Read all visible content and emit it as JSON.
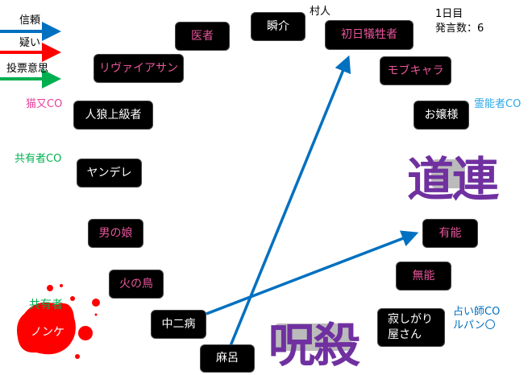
{
  "legend": {
    "trust": "信頼",
    "doubt": "疑い",
    "vote": "投票意思"
  },
  "colors": {
    "trust": "#0070c0",
    "doubt": "#ff0000",
    "vote": "#00b050",
    "big_text": "#7030a0",
    "node_pink": "#e8559a"
  },
  "status": {
    "day": "1日目",
    "speech_count": "発言数：6"
  },
  "nodes": {
    "isha": "医者",
    "shunsuke": "瞬介",
    "shonichi": "初日犠牲者",
    "leviathan": "リヴァイアサン",
    "mob": "モブキャラ",
    "jinrou": "人狼上級者",
    "ojousama": "お嬢様",
    "yandere": "ヤンデレ",
    "otokonoko": "男の娘",
    "yuunou": "有能",
    "munou": "無能",
    "hinotori": "火の鳥",
    "sabishigari": "寂しがり屋さん",
    "chuunibyou": "中二病",
    "maro": "麻呂",
    "nonke": "ノンケ"
  },
  "annotations": {
    "murabito": "村人",
    "nekomata": "猫又CO",
    "kyouyuu_co": "共有者CO",
    "reinou": "霊能者CO",
    "uranai": "占い師CO",
    "lupin": "ルパン〇",
    "kyouyuu": "共有者"
  },
  "big_labels": {
    "michizure": "道連",
    "jusatsu": "呪殺"
  }
}
